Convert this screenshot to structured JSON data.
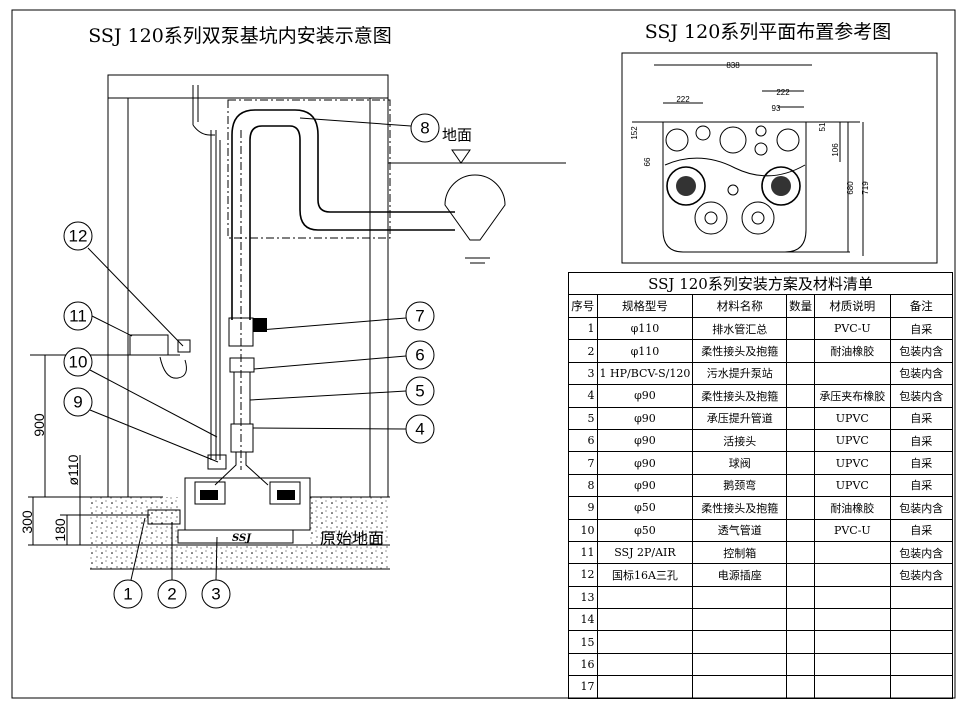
{
  "left_title": "SSJ 120系列双泵基坑内安装示意图",
  "right_title": "SSJ 120系列平面布置参考图",
  "labels": {
    "ground": "地面",
    "original_ground": "原始地面",
    "brand": "SSJ"
  },
  "dimensions": {
    "d900": "900",
    "d110": "ø110",
    "d300": "300",
    "d180": "180"
  },
  "plan_dimensions": {
    "w838": "838",
    "w222a": "222",
    "w222b": "222",
    "w93": "93",
    "h152": "152",
    "h66": "66",
    "h51": "51",
    "h106": "106",
    "h680": "680",
    "h719": "719"
  },
  "callouts": [
    "1",
    "2",
    "3",
    "4",
    "5",
    "6",
    "7",
    "8",
    "9",
    "10",
    "11",
    "12"
  ],
  "table": {
    "title": "SSJ 120系列安装方案及材料清单",
    "headers": [
      "序号",
      "规格型号",
      "材料名称",
      "数量",
      "材质说明",
      "备注"
    ],
    "rows": [
      [
        "1",
        "φ110",
        "排水管汇总",
        "",
        "PVC-U",
        "自采"
      ],
      [
        "2",
        "φ110",
        "柔性接头及抱箍",
        "",
        "耐油橡胶",
        "包装内含"
      ],
      [
        "3",
        "1 HP/BCV-S/120",
        "污水提升泵站",
        "",
        "",
        "包装内含"
      ],
      [
        "4",
        "φ90",
        "柔性接头及抱箍",
        "",
        "承压夹布橡胶",
        "包装内含"
      ],
      [
        "5",
        "φ90",
        "承压提升管道",
        "",
        "UPVC",
        "自采"
      ],
      [
        "6",
        "φ90",
        "活接头",
        "",
        "UPVC",
        "自采"
      ],
      [
        "7",
        "φ90",
        "球阀",
        "",
        "UPVC",
        "自采"
      ],
      [
        "8",
        "φ90",
        "鹅颈弯",
        "",
        "UPVC",
        "自采"
      ],
      [
        "9",
        "φ50",
        "柔性接头及抱箍",
        "",
        "耐油橡胶",
        "包装内含"
      ],
      [
        "10",
        "φ50",
        "透气管道",
        "",
        "PVC-U",
        "自采"
      ],
      [
        "11",
        "SSJ 2P/AIR",
        "控制箱",
        "",
        "",
        "包装内含"
      ],
      [
        "12",
        "国标16A三孔",
        "电源插座",
        "",
        "",
        "包装内含"
      ],
      [
        "13",
        "",
        "",
        "",
        "",
        ""
      ],
      [
        "14",
        "",
        "",
        "",
        "",
        ""
      ],
      [
        "15",
        "",
        "",
        "",
        "",
        ""
      ],
      [
        "16",
        "",
        "",
        "",
        "",
        ""
      ],
      [
        "17",
        "",
        "",
        "",
        "",
        ""
      ]
    ]
  }
}
